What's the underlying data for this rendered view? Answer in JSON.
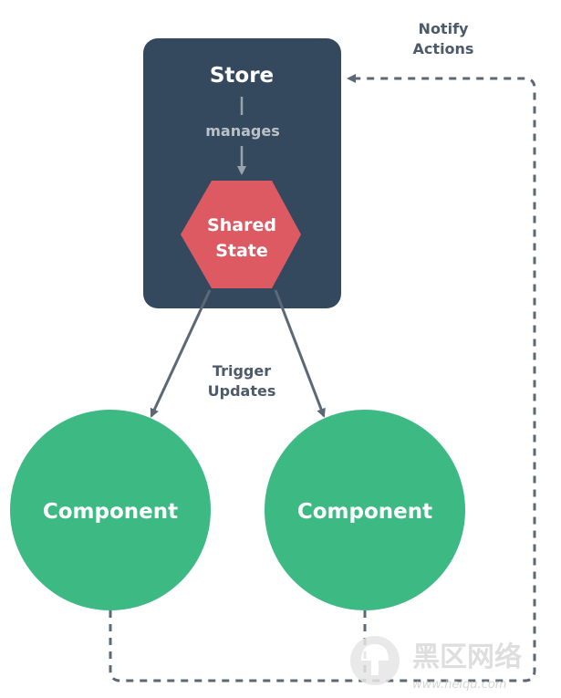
{
  "store": {
    "title": "Store",
    "manages_label": "manages",
    "shared_state_line1": "Shared",
    "shared_state_line2": "State"
  },
  "components": [
    {
      "label": "Component"
    },
    {
      "label": "Component"
    }
  ],
  "trigger_label_line1": "Trigger",
  "trigger_label_line2": "Updates",
  "notify_label_line1": "Notify",
  "notify_label_line2": "Actions",
  "watermark": {
    "cjk_text": "黑区网络",
    "url_text": "www.heiqu.com"
  },
  "colors": {
    "store_bg": "#34495e",
    "shared_state": "#dd5a63",
    "component": "#3dba83",
    "arrow": "#5b6876",
    "label_text": "#4c5a6a"
  }
}
